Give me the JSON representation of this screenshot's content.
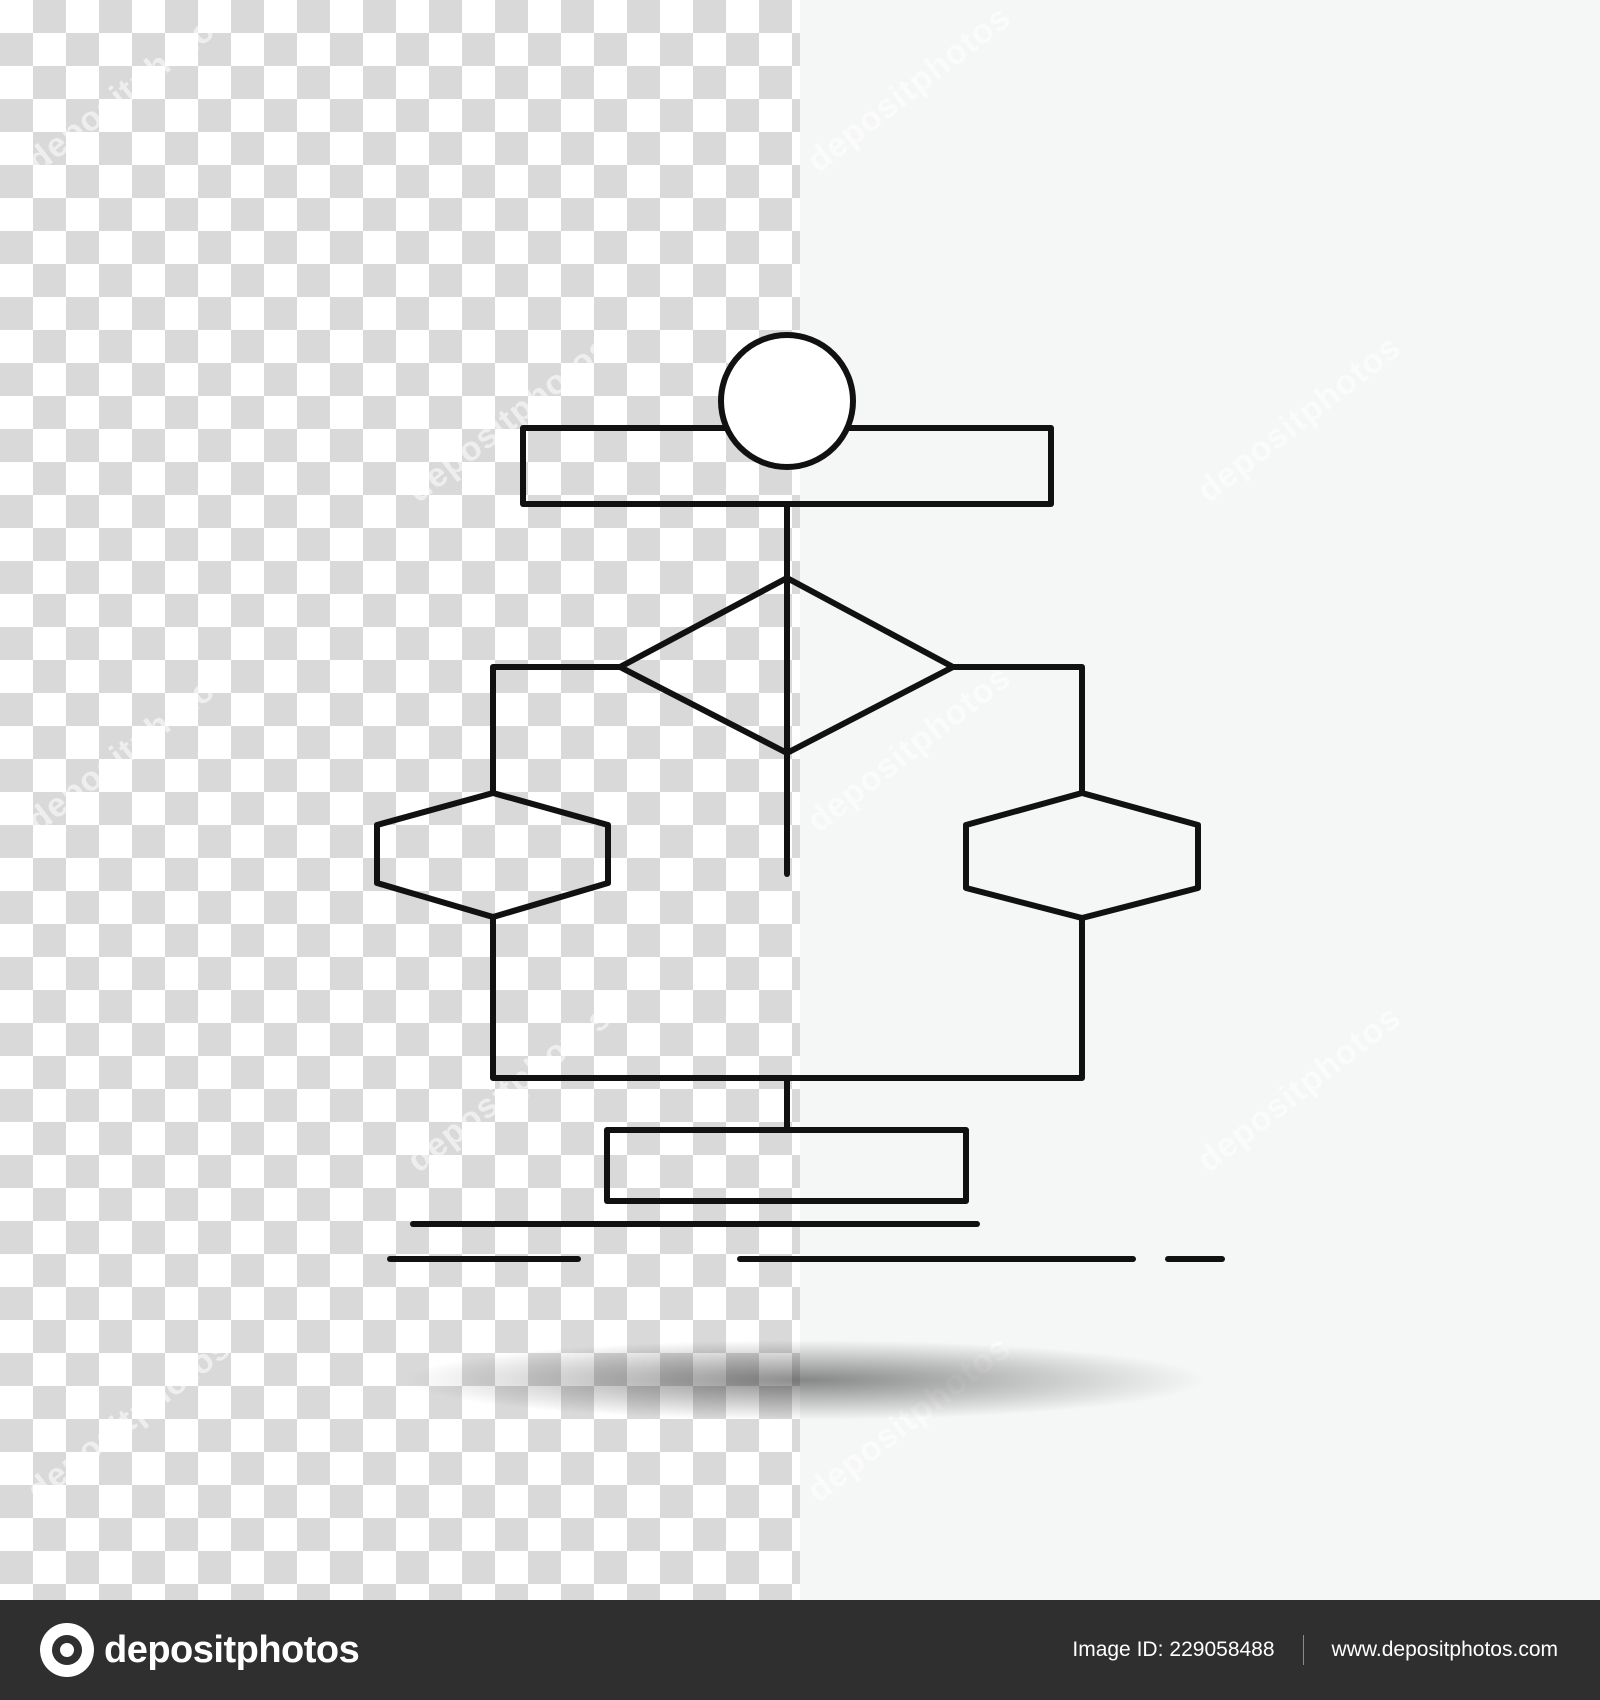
{
  "image": {
    "subject": "algorithm-flowchart-line-icon",
    "background_left": "transparency-checkerboard",
    "background_right_color": "#f5f6f6",
    "stroke_color": "#111111"
  },
  "watermark": {
    "text": "depositphotos"
  },
  "footer": {
    "logo_text": "depositphotos",
    "image_id_label": "Image ID:",
    "image_id": "229058488",
    "website": "www.depositphotos.com",
    "background_color": "#2f2f2f"
  }
}
